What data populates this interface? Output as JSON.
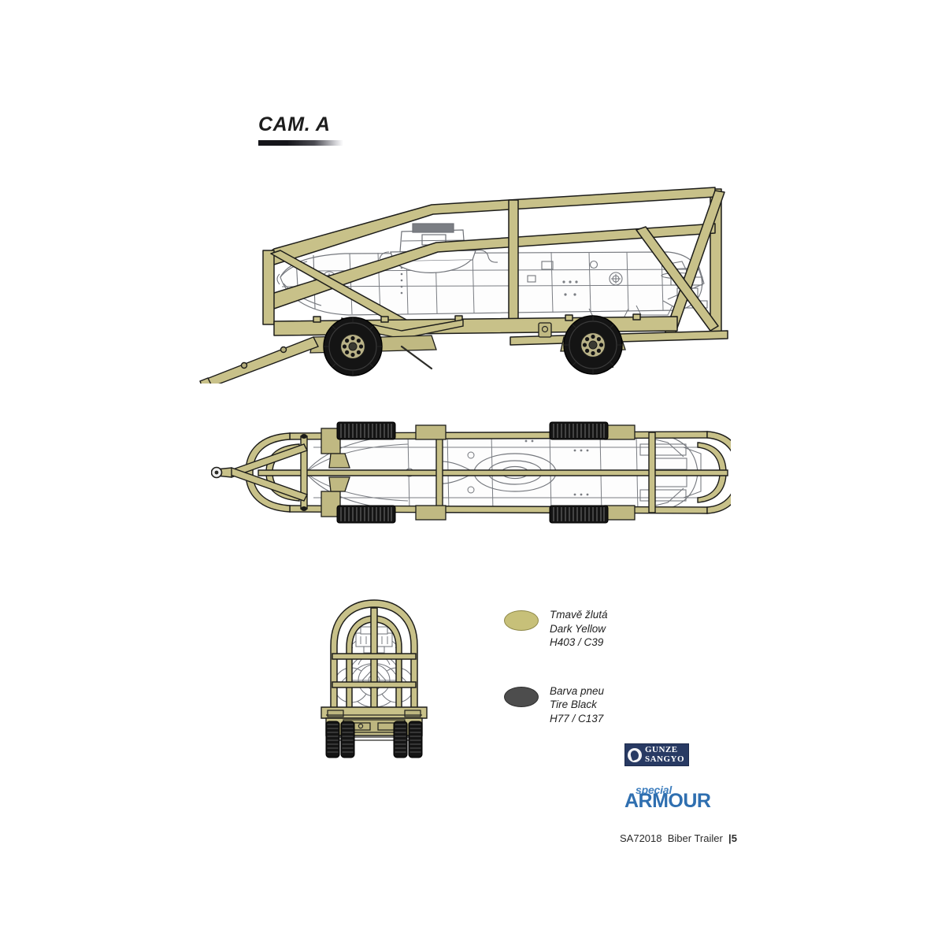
{
  "page": {
    "background": "#ffffff",
    "scheme_label": "CAM. A"
  },
  "figures": {
    "side_view": {
      "name": "Biber Trailer with Biber midget submarine - side elevation",
      "frame_color": "#c8c189",
      "frame_outline": "#1d1d1a",
      "tire_color": "#1a1a1a",
      "hull_outline": "#6f7278"
    },
    "top_view": {
      "name": "Biber Trailer with Biber midget submarine - plan view",
      "frame_color": "#c8c189",
      "tire_color": "#141414"
    },
    "rear_view": {
      "name": "Biber Trailer - rear elevation",
      "frame_color": "#c8c189",
      "tire_color": "#141414"
    }
  },
  "legend": {
    "title": "",
    "items": [
      {
        "swatch": "#c7c079",
        "swatch_name": "dark-yellow-swatch",
        "name_cs": "Tmavě žlutá",
        "name_en": "Dark Yellow",
        "codes": "H403 / C39"
      },
      {
        "swatch": "#4d4d4d",
        "swatch_name": "tire-black-swatch",
        "name_cs": "Barva pneu",
        "name_en": "Tire Black",
        "codes": "H77 / C137"
      }
    ]
  },
  "logos": {
    "gunze": {
      "line1": "GUNZE",
      "line2": "SANGYO",
      "bg": "#283a63",
      "fg": "#ffffff"
    },
    "armour": {
      "top": "special",
      "main": "ARMOUR",
      "color": "#2f6fb0"
    }
  },
  "footer": {
    "kit_code": "SA72018",
    "kit_name": "Biber Trailer",
    "page_sep": "|",
    "page_number": "5"
  }
}
